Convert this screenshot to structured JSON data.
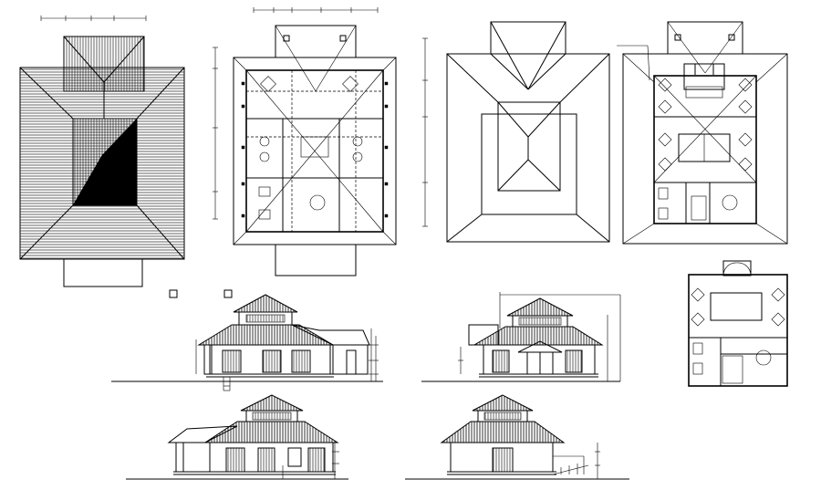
{
  "drawing": {
    "line_color": "#000000",
    "background_color": "#ffffff"
  },
  "views": [
    {
      "id": "roof-hatch-plan",
      "kind": "roof plan (hatched)"
    },
    {
      "id": "ground-floor-plan",
      "kind": "floor plan"
    },
    {
      "id": "roof-outline-plan",
      "kind": "roof plan (outline)"
    },
    {
      "id": "furniture-plan",
      "kind": "floor plan (furnished)"
    },
    {
      "id": "pavilion-plan",
      "kind": "floor plan (small)"
    },
    {
      "id": "front-elevation",
      "kind": "elevation"
    },
    {
      "id": "side-elevation-right",
      "kind": "elevation"
    },
    {
      "id": "rear-elevation",
      "kind": "elevation"
    },
    {
      "id": "side-elevation-left",
      "kind": "elevation"
    }
  ]
}
